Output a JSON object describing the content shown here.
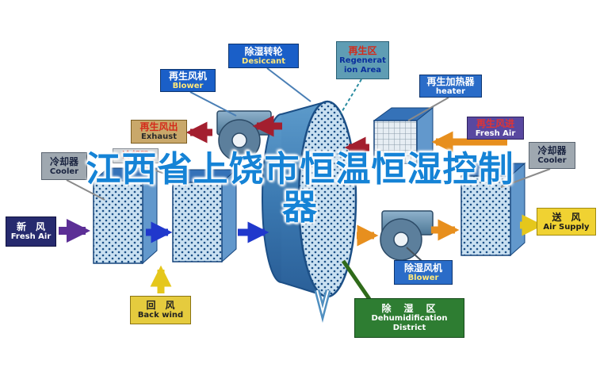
{
  "watermark": {
    "line1": "江西省上饶市恒温恒湿控制",
    "line2": "器"
  },
  "labels": {
    "desiccant": {
      "zh": "除湿转轮",
      "en": "Desiccant"
    },
    "regeneration_area": {
      "zh": "再生区",
      "en": "Regeneration Area"
    },
    "regen_blower": {
      "zh": "再生风机",
      "en": "Blower"
    },
    "regen_heater": {
      "zh": "再生加热器",
      "en": "heater"
    },
    "exhaust": {
      "zh": "再生风出",
      "en": "Exhaust"
    },
    "regen_fresh_air": {
      "zh": "再生风进",
      "en": "Fresh Air"
    },
    "cooler_left": {
      "zh": "冷却器",
      "en": "Cooler"
    },
    "cooler_mid": {
      "zh": "冷却器"
    },
    "cooler_right": {
      "zh": "冷却器",
      "en": "Cooler"
    },
    "fresh_air": {
      "zh": "新　风",
      "en": "Fresh Air"
    },
    "air_supply": {
      "zh": "送　风",
      "en": "Air Supply"
    },
    "back_wind": {
      "zh": "回　风",
      "en": "Back wind"
    },
    "dehumid_blower": {
      "zh": "除湿风机",
      "en": "Blower"
    },
    "dehumid_district": {
      "zh": "除　湿　区",
      "en": "Dehumidification District"
    }
  },
  "colors": {
    "watermark_blue": "#1583d6",
    "label_blue": "#1a5fc8",
    "label_teal": "#5f9db4",
    "label_green": "#2e7d32",
    "label_yellow": "#f0d232",
    "label_purple": "#5948a0",
    "label_tan": "#c9a86a",
    "label_gray": "#9fa8b0",
    "label_navy": "#262a6e",
    "arrow_red": "#a31f2f",
    "arrow_orange": "#e78f1e",
    "arrow_blue": "#2038cc",
    "arrow_purple": "#5c2f96",
    "arrow_gold": "#e5c71c",
    "wheel_body_blue": "#3c7ab2",
    "wheel_face_blue": "#c9e0f1"
  }
}
